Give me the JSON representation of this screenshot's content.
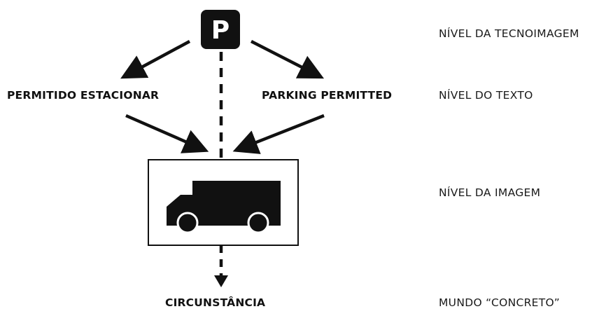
{
  "sign": {
    "letter": "P"
  },
  "nodes": {
    "left_text": "PERMITIDO ESTACIONAR",
    "right_text": "PARKING PERMITTED",
    "bottom_text": "CIRCUNSTÂNCIA"
  },
  "levels": {
    "technoimage": "NÍVEL DA TECNOIMAGEM",
    "text": "NÍVEL DO TEXTO",
    "image": "NÍVEL DA IMAGEM",
    "concrete": "MUNDO “CONCRETO”"
  },
  "colors": {
    "ink": "#111111",
    "background": "#ffffff"
  },
  "icons": {
    "sign": "parking-sign-icon",
    "vehicle": "truck-icon"
  }
}
